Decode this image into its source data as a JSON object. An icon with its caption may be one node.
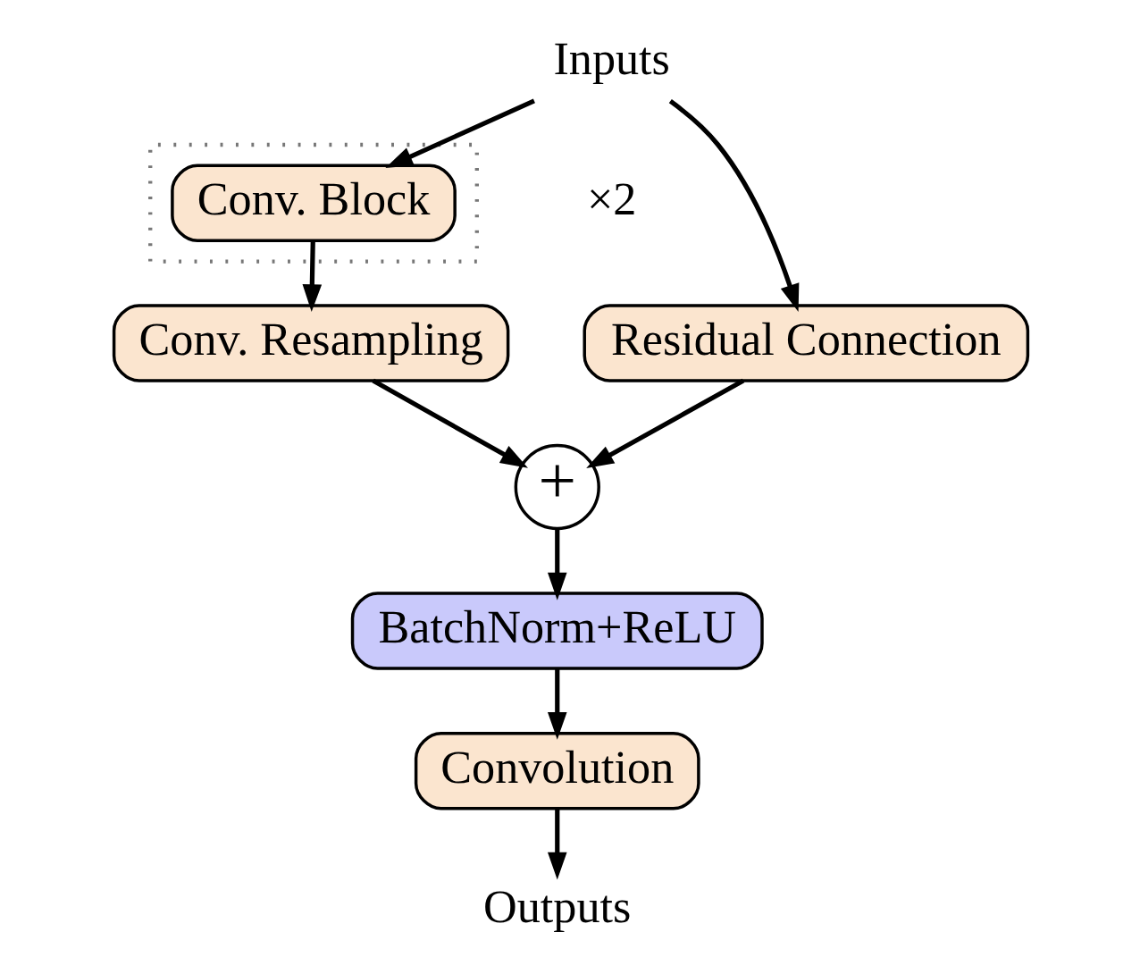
{
  "diagram": {
    "nodes": [
      {
        "text": [
          "Inputs"
        ]
      },
      {
        "text": [],
        "shape": "box",
        "beside": [
          "×2"
        ]
      },
      {
        "text": [
          "Conv. Block"
        ],
        "in": 1
      },
      {
        "text": [
          "Conv. Resampling"
        ]
      },
      {
        "text": [
          "Residual Connection"
        ]
      },
      {
        "text": [
          "+"
        ]
      },
      {
        "text": [
          "BatchNorm+ReLU"
        ]
      },
      {
        "text": [
          "Convolution"
        ]
      },
      {
        "text": [
          "Outputs"
        ]
      }
    ],
    "edges": [
      {
        "from": 0,
        "to": 2,
        "arrow": "to"
      },
      {
        "from": 0,
        "to": 4,
        "arrow": "to"
      },
      {
        "from": 2,
        "to": 3,
        "arrow": "to"
      },
      {
        "from": 3,
        "to": 5,
        "arrow": "to"
      },
      {
        "from": 4,
        "to": 5,
        "arrow": "to"
      },
      {
        "from": 5,
        "to": 6,
        "arrow": "to"
      },
      {
        "from": 6,
        "to": 7,
        "arrow": "to"
      },
      {
        "from": 7,
        "to": 8,
        "arrow": "to"
      }
    ]
  }
}
